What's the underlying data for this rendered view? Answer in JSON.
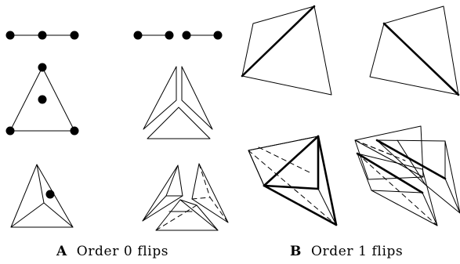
{
  "caption_a": {
    "letter": "A",
    "text": "Order 0 flips"
  },
  "caption_b": {
    "letter": "B",
    "text": "Order 1 flips"
  }
}
